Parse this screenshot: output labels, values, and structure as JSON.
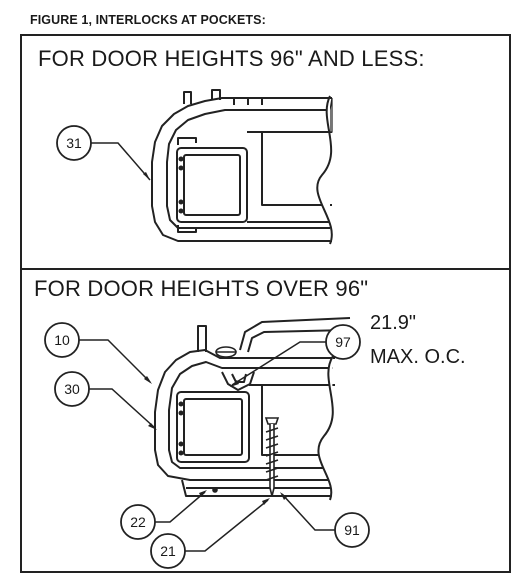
{
  "figure_title": "FIGURE 1, INTERLOCKS AT POCKETS:",
  "panel_top": {
    "title": "FOR DOOR HEIGHTS 96\" AND  LESS:",
    "callouts": [
      "31"
    ]
  },
  "panel_bottom": {
    "title": "FOR DOOR HEIGHTS OVER 96\"",
    "spacing_note_line1": "21.9\"",
    "spacing_note_line2": "MAX. O.C.",
    "callouts": [
      "10",
      "30",
      "97",
      "22",
      "21",
      "91"
    ]
  }
}
